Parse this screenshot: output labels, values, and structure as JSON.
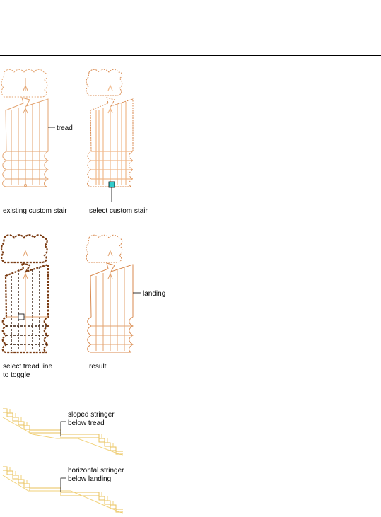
{
  "captions": {
    "existing": "existing custom stair",
    "select_custom": "select custom stair",
    "select_tread_line1": "select tread line",
    "select_tread_line2": "to toggle",
    "result": "result"
  },
  "callouts": {
    "tread": "tread",
    "landing": "landing",
    "sloped_line1": "sloped stringer",
    "sloped_line2": "below tread",
    "horizontal_line1": "horizontal stringer",
    "horizontal_line2": "below landing"
  },
  "colors": {
    "stair_line": "#e3a36f",
    "stair_dark": "#7a3b12",
    "stringer": "#f2d27a",
    "grip": "#33cccc"
  }
}
